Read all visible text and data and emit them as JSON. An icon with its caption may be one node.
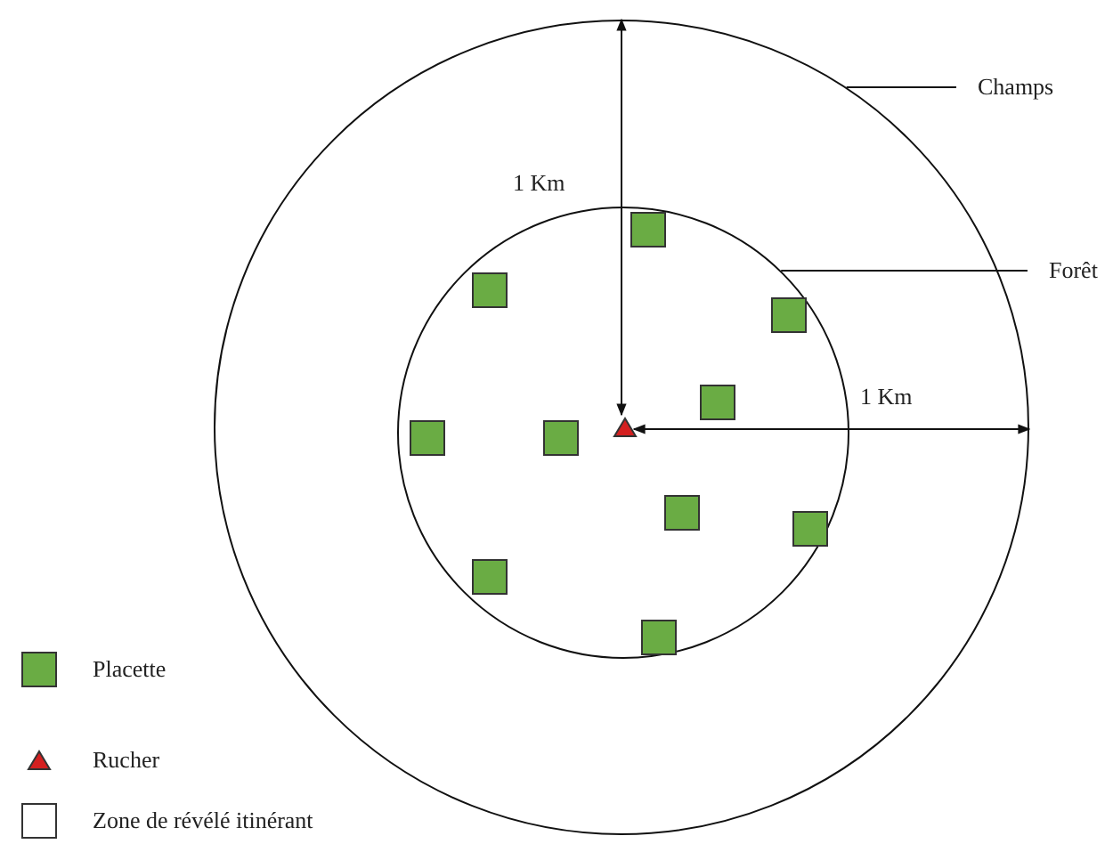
{
  "diagram": {
    "nodes": [
      {
        "text": [],
        "shape": "circle"
      },
      {
        "text": [],
        "shape": "circle",
        "in": 0
      },
      {
        "text": [
          "Champs"
        ]
      },
      {
        "text": [
          "Forêt"
        ]
      },
      {
        "text": [],
        "shape": "triangle",
        "in": 1
      },
      {
        "text": [],
        "shape": "box",
        "in": 1
      },
      {
        "text": [],
        "shape": "box",
        "in": 1
      },
      {
        "text": [],
        "shape": "box",
        "in": 1
      },
      {
        "text": [],
        "shape": "box",
        "in": 1
      },
      {
        "text": [],
        "shape": "box",
        "in": 1
      },
      {
        "text": [],
        "shape": "box",
        "in": 1
      },
      {
        "text": [],
        "shape": "box",
        "in": 1
      },
      {
        "text": [],
        "shape": "box",
        "in": 1
      },
      {
        "text": [],
        "shape": "box",
        "in": 1
      },
      {
        "text": [],
        "shape": "box",
        "in": 1
      }
    ],
    "edges": [
      {
        "from": 2,
        "to": 0,
        "arrow": "none"
      },
      {
        "from": 3,
        "to": 1,
        "arrow": "none"
      },
      {
        "from": 4,
        "to": 0,
        "arrow": "both",
        "label": "1 Km"
      },
      {
        "from": 4,
        "to": 0,
        "arrow": "both",
        "label": "1 Km"
      }
    ],
    "legend": [
      {
        "text": "Placette",
        "color": "#6aac44"
      },
      {
        "text": "Rucher"
      },
      {
        "text": "Zone de révélé itinérant",
        "color": "#ffffff"
      }
    ]
  }
}
